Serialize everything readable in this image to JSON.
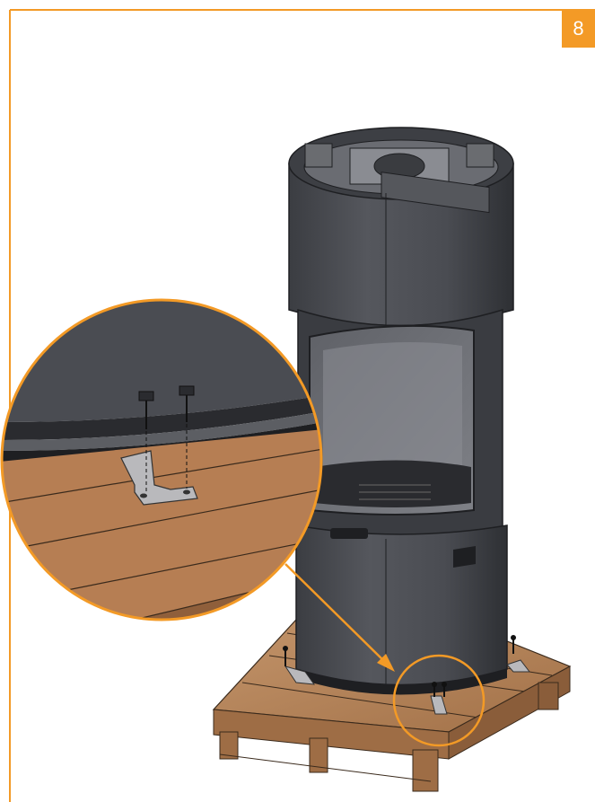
{
  "step": {
    "number": "8"
  },
  "colors": {
    "accent": "#f39a26",
    "stove_body": "#4a4c52",
    "stove_dark": "#2f3136",
    "glass": "#6e7076",
    "pallet_wood": "#b98a5e",
    "detail_wood": "#b67e53",
    "bracket": "#b9b9bc"
  },
  "icons": {
    "stove": "stove-illustration",
    "pallet": "pallet-illustration",
    "detail": "magnified-detail-circle",
    "screw": "screw-icon",
    "arrow": "pointer-arrow"
  }
}
